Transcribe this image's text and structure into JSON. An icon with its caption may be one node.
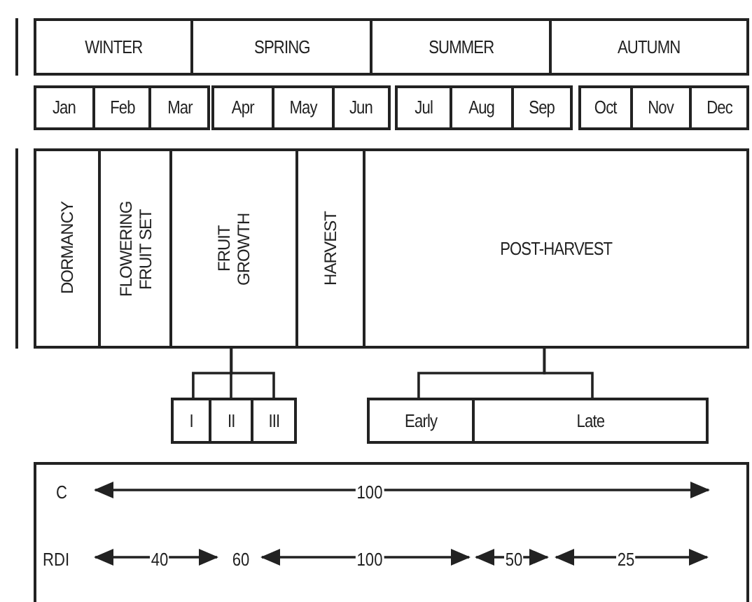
{
  "diagram": {
    "nodes": [
      {
        "text": [
          "WINTER"
        ]
      },
      {
        "text": [
          "SPRING"
        ]
      },
      {
        "text": [
          "SUMMER"
        ]
      },
      {
        "text": [
          "AUTUMN"
        ]
      },
      {
        "text": [
          "Jan"
        ]
      },
      {
        "text": [
          "Feb"
        ]
      },
      {
        "text": [
          "Mar"
        ]
      },
      {
        "text": [
          "Apr"
        ]
      },
      {
        "text": [
          "May"
        ]
      },
      {
        "text": [
          "Jun"
        ]
      },
      {
        "text": [
          "Jul"
        ]
      },
      {
        "text": [
          "Aug"
        ]
      },
      {
        "text": [
          "Sep"
        ]
      },
      {
        "text": [
          "Oct"
        ]
      },
      {
        "text": [
          "Nov"
        ]
      },
      {
        "text": [
          "Dec"
        ]
      },
      {
        "text": [
          "DORMANCY"
        ]
      },
      {
        "text": [
          "FLOWERING FRUIT SET"
        ]
      },
      {
        "text": [
          "FRUIT GROWTH"
        ]
      },
      {
        "text": [
          "HARVEST"
        ]
      },
      {
        "text": [
          "POST-HARVEST"
        ]
      },
      {
        "text": [
          "I"
        ]
      },
      {
        "text": [
          "II"
        ]
      },
      {
        "text": [
          "III"
        ]
      },
      {
        "text": [
          "Early"
        ]
      },
      {
        "text": [
          "Late"
        ]
      },
      {
        "text": [
          "C",
          "100",
          "RDI",
          "40",
          "60",
          "100",
          "50",
          "25"
        ]
      }
    ],
    "edges": [
      {
        "from": 18,
        "to": 21,
        "arrow": "none"
      },
      {
        "from": 18,
        "to": 22,
        "arrow": "none"
      },
      {
        "from": 18,
        "to": 23,
        "arrow": "none"
      },
      {
        "from": 20,
        "to": 24,
        "arrow": "none"
      },
      {
        "from": 20,
        "to": 25,
        "arrow": "none"
      }
    ]
  }
}
